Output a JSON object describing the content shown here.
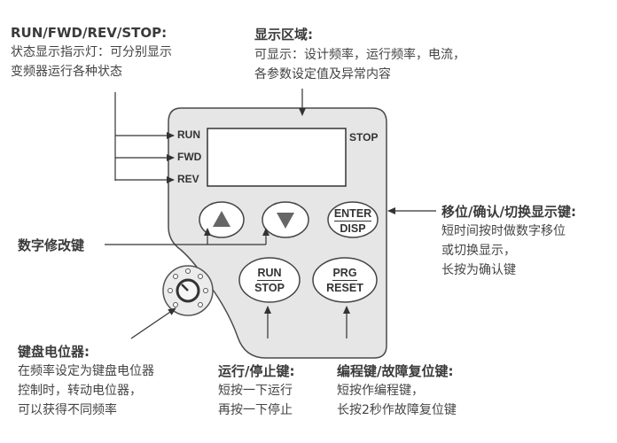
{
  "run_status": {
    "title": "RUN/FWD/REV/STOP:",
    "desc": [
      "状态显示指示灯：可分别显示",
      "变频器运行各种状态"
    ]
  },
  "display_area": {
    "title": "显示区域:",
    "desc": [
      "可显示：设计频率，运行频率，电流，",
      "各参数设定值及异常内容"
    ]
  },
  "shift_key": {
    "title": "移位/确认/切换显示键:",
    "desc": [
      "短时间按时做数字移位",
      "或切换显示，",
      "长按为确认键"
    ]
  },
  "digit_key": {
    "title": "数字修改键"
  },
  "potentiometer": {
    "title": "键盘电位器:",
    "desc": [
      "在频率设定为键盘电位器",
      "控制时，转动电位器，",
      "可以获得不同频率"
    ]
  },
  "run_stop_key": {
    "title": "运行/停止键:",
    "desc": [
      "短按一下运行",
      "再按一下停止"
    ]
  },
  "prg_reset_key": {
    "title": "编程键/故障复位键:",
    "desc": [
      "短按作编程键，",
      "长按2秒作故障复位键"
    ]
  },
  "panel": {
    "indicator_run": "RUN",
    "indicator_fwd": "FWD",
    "indicator_rev": "REV",
    "indicator_stop": "STOP",
    "enter_top": "ENTER",
    "enter_bottom": "DISP",
    "run_top": "RUN",
    "run_bottom": "STOP",
    "prg_top": "PRG",
    "prg_bottom": "RESET",
    "up_icon": "up-triangle-icon",
    "down_icon": "down-triangle-icon"
  },
  "colors": {
    "panel_fill": "#e6e6e6",
    "panel_stroke": "#4a4a4a",
    "triangle": "#666666"
  }
}
